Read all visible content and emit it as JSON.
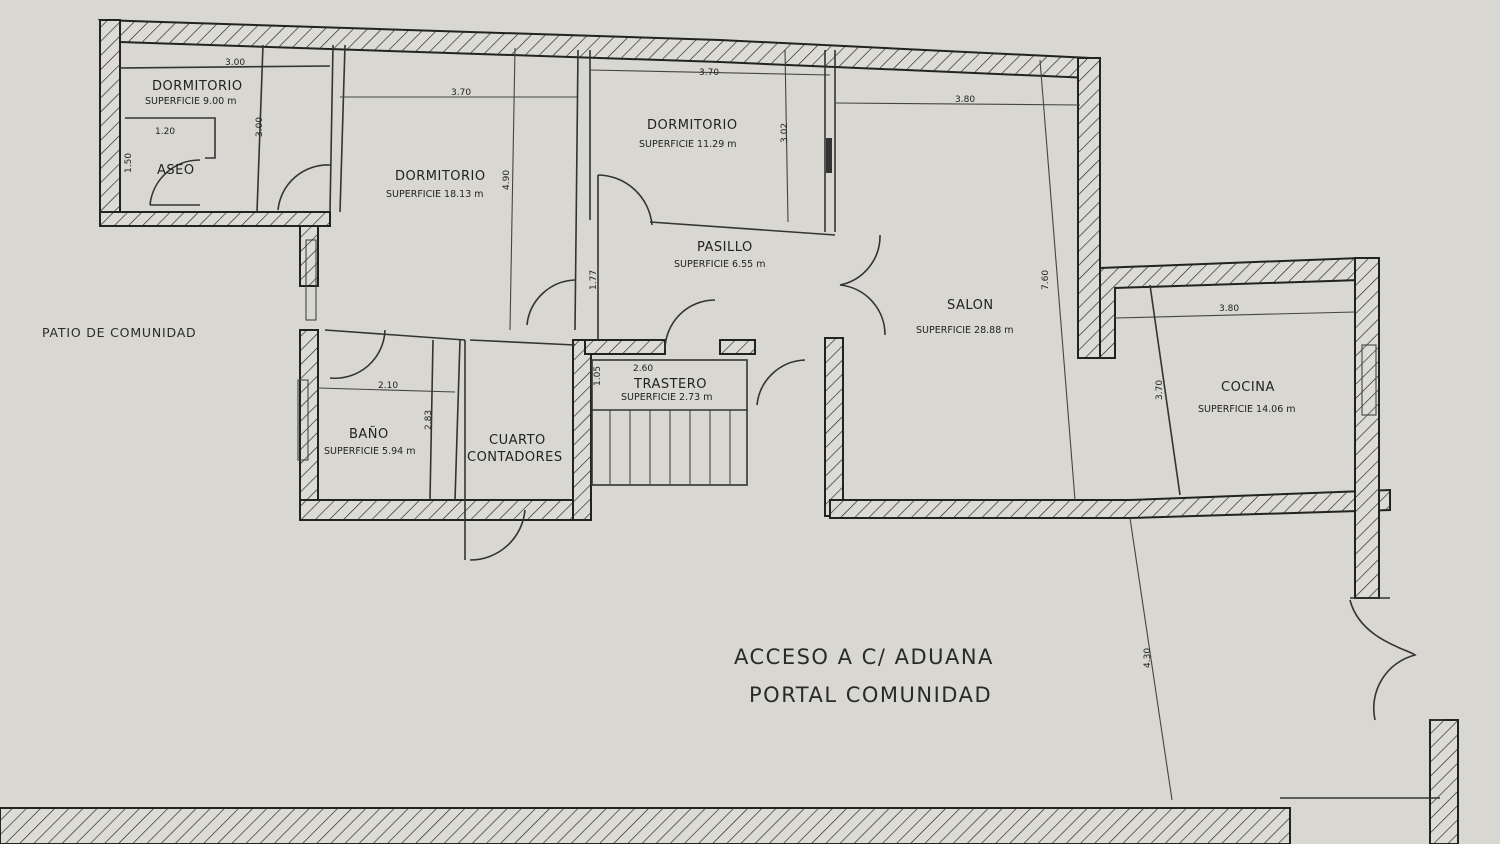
{
  "plan": {
    "rooms": [
      {
        "name": "DORMITORIO",
        "surface": "SUPERFICIE 9.00 m"
      },
      {
        "name": "ASEO"
      },
      {
        "name": "DORMITORIO",
        "surface": "SUPERFICIE 18.13 m"
      },
      {
        "name": "DORMITORIO",
        "surface": "SUPERFICIE 11.29 m"
      },
      {
        "name": "PASILLO",
        "surface": "SUPERFICIE 6.55 m"
      },
      {
        "name": "SALON",
        "surface": "SUPERFICIE 28.88 m"
      },
      {
        "name": "COCINA",
        "surface": "SUPERFICIE 14.06 m"
      },
      {
        "name": "BAÑO",
        "surface": "SUPERFICIE 5.94 m"
      },
      {
        "name": "CUARTO",
        "name2": "CONTADORES"
      },
      {
        "name": "TRASTERO",
        "surface": "SUPERFICIE 2.73 m"
      }
    ],
    "dimensions": [
      "3.00",
      "3.00",
      "1.20",
      "1.50",
      "3.70",
      "4.90",
      "3.70",
      "3.02",
      "1.77",
      "3.80",
      "7.60",
      "3.80",
      "3.70",
      "2.10",
      "2.83",
      "2.60",
      "1.05",
      "4.30"
    ],
    "outside_labels": {
      "patio": "PATIO DE COMUNIDAD",
      "access_line1": "ACCESO A C/ ADUANA",
      "access_line2": "PORTAL COMUNIDAD"
    }
  }
}
